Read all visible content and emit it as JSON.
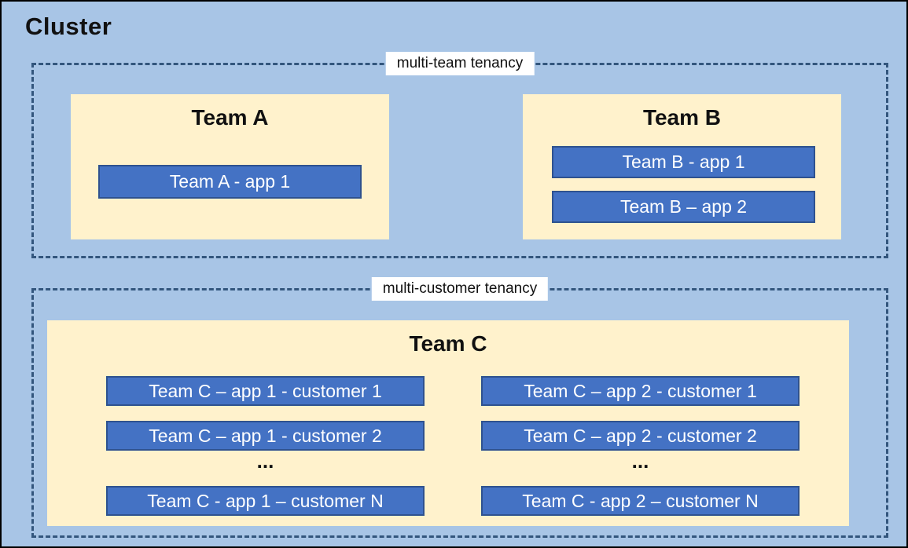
{
  "cluster": {
    "title": "Cluster"
  },
  "colors": {
    "background": "#a8c5e6",
    "team_box_fill": "#fff2cc",
    "app_box_fill": "#4472c4",
    "app_box_border": "#2f528f",
    "dashed_border": "#33567d",
    "label_chip_bg": "#ffffff",
    "app_text": "#ffffff",
    "title_text": "#111111"
  },
  "regions": {
    "multi_team": {
      "label": "multi-team tenancy",
      "teams": [
        {
          "name": "Team A",
          "apps": [
            "Team A - app 1"
          ]
        },
        {
          "name": "Team B",
          "apps": [
            "Team B - app 1",
            "Team B – app 2"
          ]
        }
      ]
    },
    "multi_customer": {
      "label": "multi-customer tenancy",
      "team": {
        "name": "Team C",
        "columns": [
          {
            "apps": [
              "Team C – app 1 - customer 1",
              "Team C – app 1 - customer 2",
              "Team C - app 1 – customer N"
            ],
            "ellipsis": "..."
          },
          {
            "apps": [
              "Team C – app 2 - customer 1",
              "Team C – app 2 - customer 2",
              "Team C - app 2 – customer N"
            ],
            "ellipsis": "..."
          }
        ]
      }
    }
  }
}
